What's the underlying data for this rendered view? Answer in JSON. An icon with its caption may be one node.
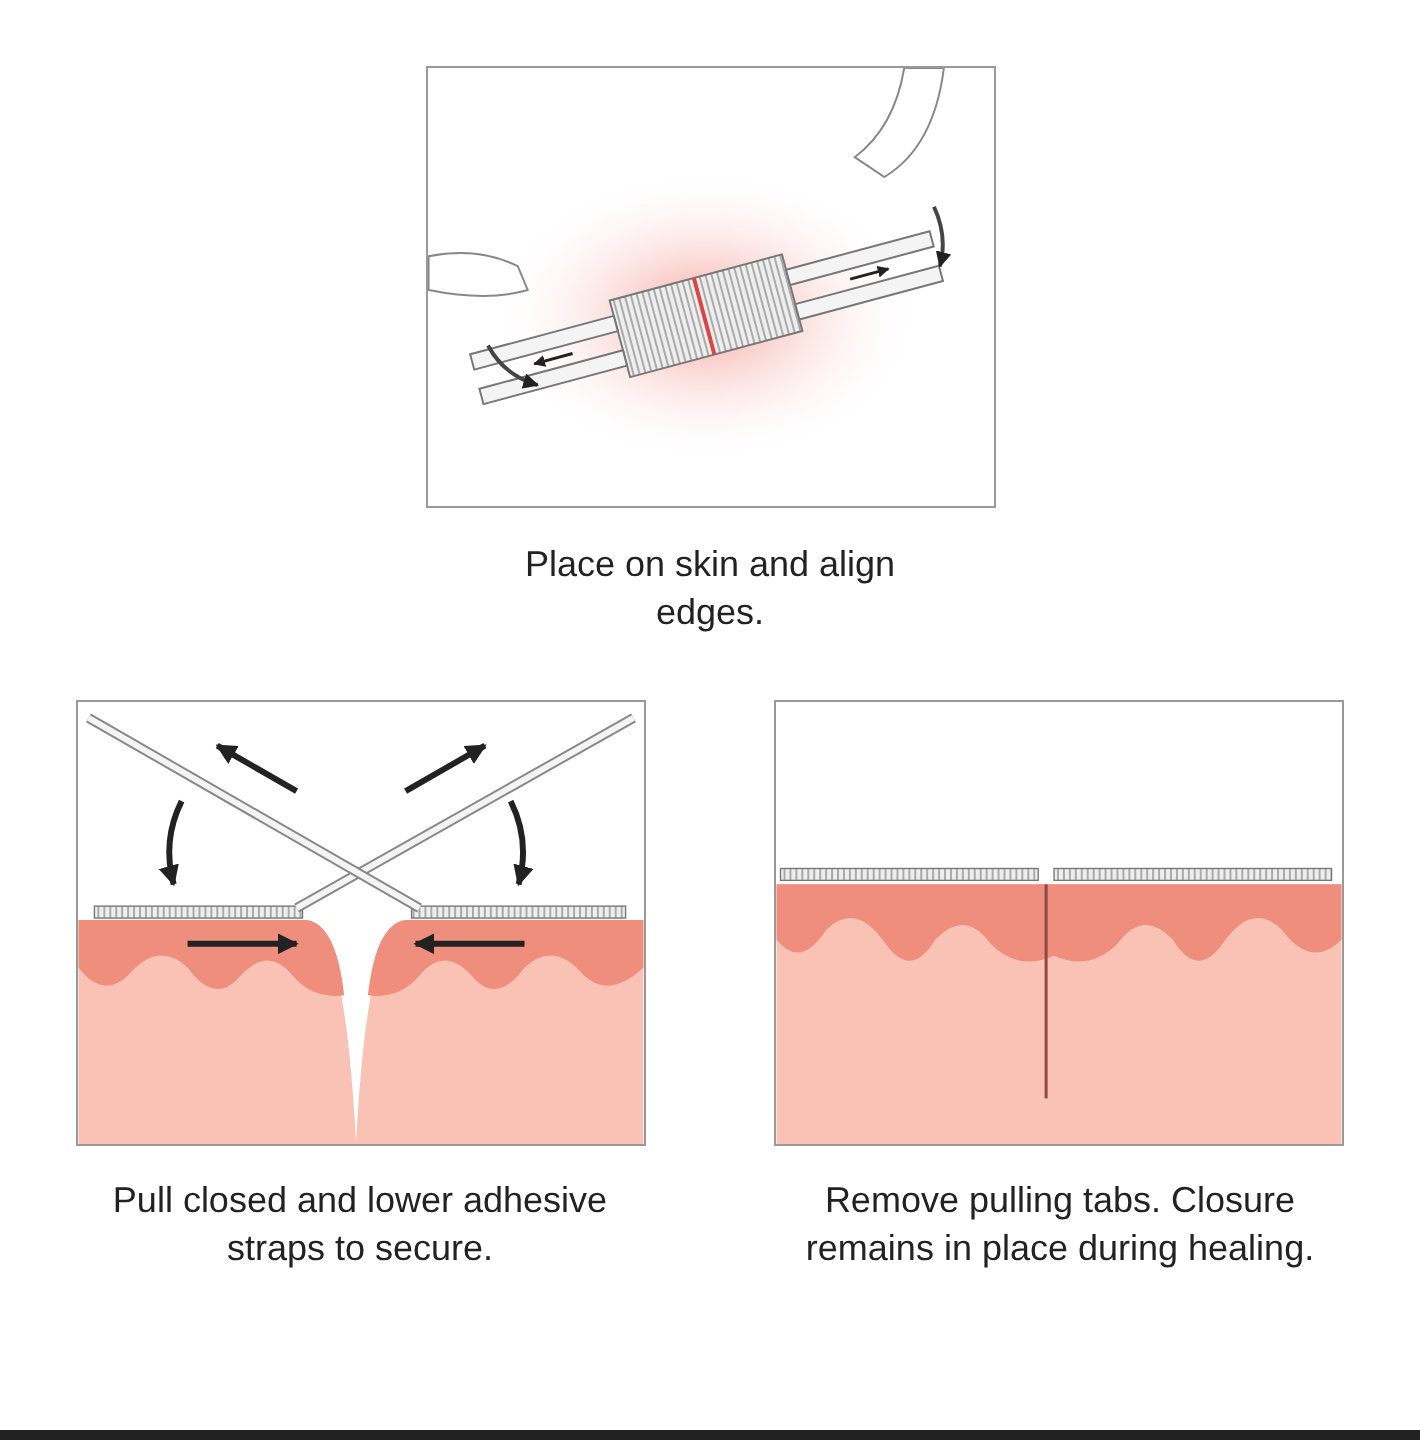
{
  "diagram": {
    "labels": [
      "Place on skin and align edges.",
      "Pull closed and lower adhesive straps to secure.",
      "Remove pulling tabs. Closure remains in place during healing."
    ]
  }
}
